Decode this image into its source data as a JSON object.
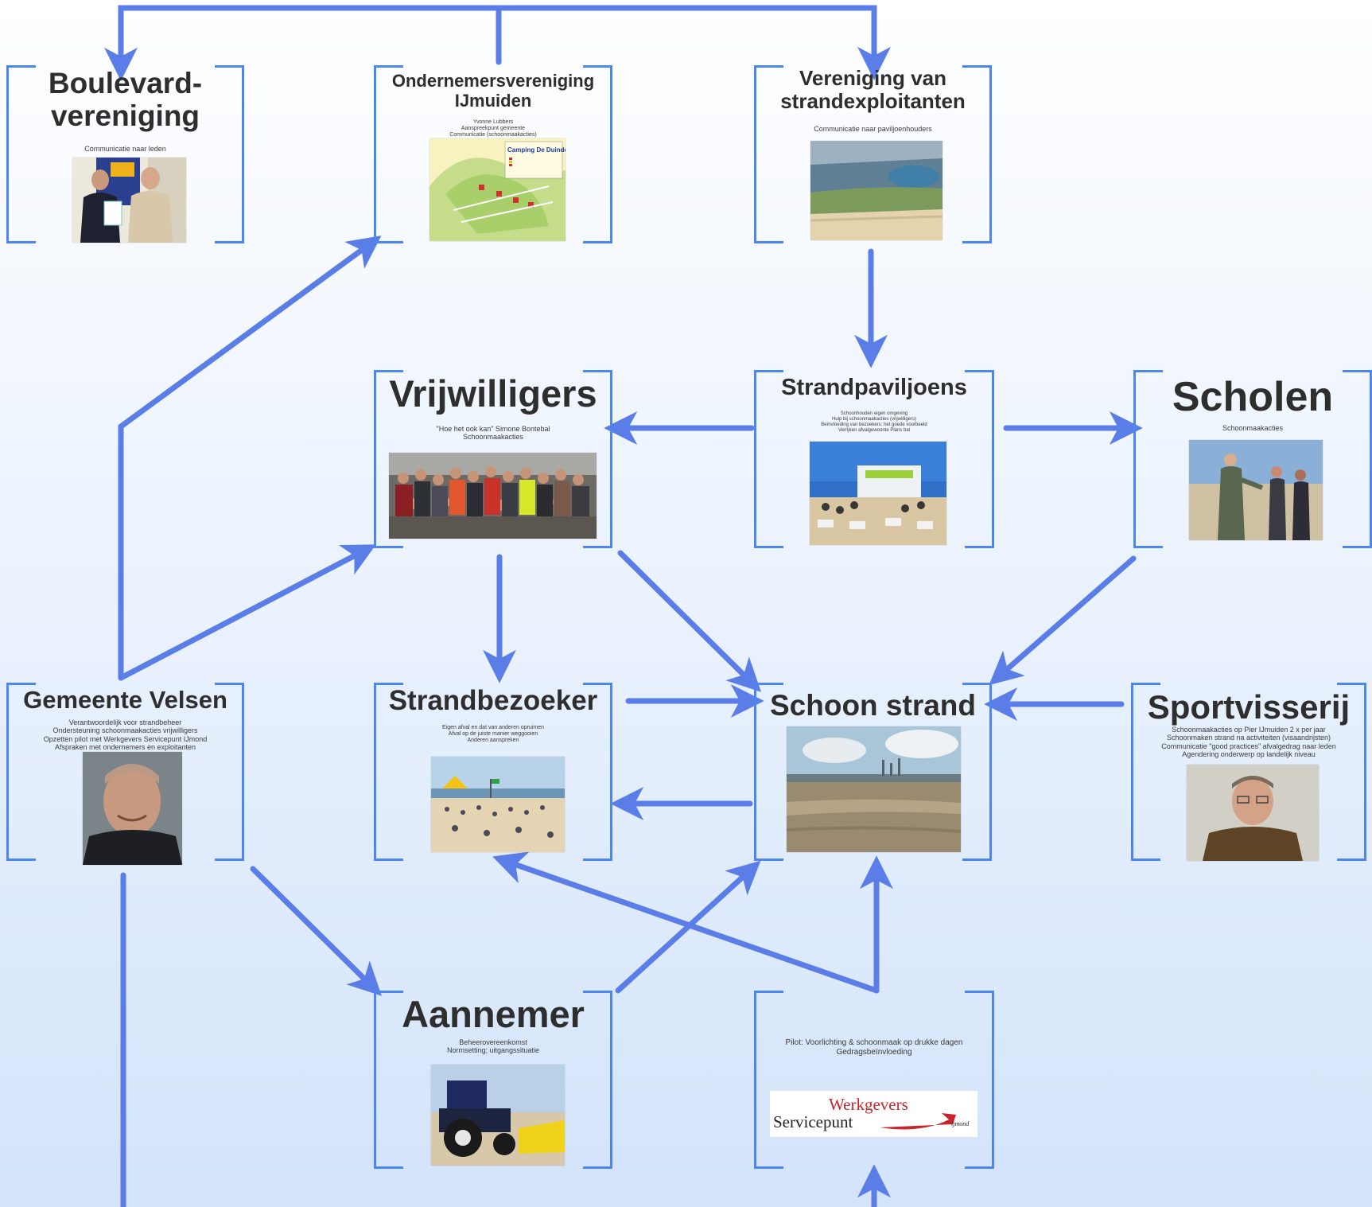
{
  "colors": {
    "arrow": "#5a7de8",
    "bracket": "#4c86f0",
    "text": "#2e2e2e"
  },
  "nodes": {
    "boulevard": {
      "title": "Boulevard-\nvereniging",
      "desc": [
        "Communicatie naar leden"
      ],
      "image": "photo-two-men-certificate"
    },
    "ondernemers": {
      "title": "Ondernemersvereniging\nIJmuiden",
      "desc": [
        "Yvonne Lubbers",
        "Aanspreekpunt gemeente",
        "Communicatie (schoonmaakacties)"
      ],
      "image": "campsite-map-de-duindoorn",
      "map_label": "Camping De Duindoorn"
    },
    "strandexploitanten": {
      "title": "Vereniging van\nstrandexploitanten",
      "desc": [
        "Communicatie naar paviljoenhouders"
      ],
      "image": "aerial-beach-harbor-photo"
    },
    "vrijwilligers": {
      "title": "Vrijwilligers",
      "desc": [
        "\"Hoe het ook kan\" Simone Bontebal",
        "Schoonmaakacties"
      ],
      "image": "volunteers-group-photo"
    },
    "strandpaviljoens": {
      "title": "Strandpaviljoens",
      "desc": [
        "Schoonhouden eigen omgeving",
        "Hulp bij schoonmaakacties (vrijwilligers)",
        "Beïnvloeding van bezoekers: het goede voorbeeld",
        "Verrijken afvalgewoonte Plans bal"
      ],
      "image": "beach-pavilion-photo"
    },
    "scholen": {
      "title": "Scholen",
      "desc": [
        "Schoonmaakacties"
      ],
      "image": "school-cleanup-photo"
    },
    "gemeente": {
      "title": "Gemeente Velsen",
      "desc": [
        "Verantwoordelijk voor strandbeheer",
        "Ondersteuning schoonmaakacties vrijwilligers",
        "Opzetten pilot met Werkgevers Servicepunt IJmond",
        "Afspraken met ondernemers en exploitanten"
      ],
      "image": "portrait-man-photo"
    },
    "strandbezoeker": {
      "title": "Strandbezoeker",
      "desc": [
        "Eigen afval en dat van anderen opruimen",
        "Afval op de juiste manier weggooien",
        "Anderen aanspreken"
      ],
      "image": "busy-beach-photo"
    },
    "schoon": {
      "title": "Schoon strand",
      "desc": [],
      "image": "clean-beach-photo"
    },
    "sportvisserij": {
      "title": "Sportvisserij",
      "desc": [
        "Schoonmaakacties op Pier IJmuiden 2 x per jaar",
        "Schoonmaken strand na activiteiten (visaandrijsten)",
        "Communicatie \"good practices\" afvalgedrag naar leden",
        "Agendering onderwerp op landelijk niveau"
      ],
      "image": "portrait-man-glasses-photo"
    },
    "aannemer": {
      "title": "Aannemer",
      "desc": [
        "Beheerovereenkomst",
        "Normsetting; uitgangssituatie"
      ],
      "image": "beach-tractor-photo"
    },
    "werkgevers": {
      "title": "",
      "desc": [
        "Pilot: Voorlichting & schoonmaak op drukke dagen",
        "Gedragsbeïnvloeding"
      ],
      "image": "werkgevers-servicepunt-logo",
      "logo_line1": "Werkgevers",
      "logo_line2": "Servicepunt",
      "logo_line3": "ijmond"
    }
  }
}
